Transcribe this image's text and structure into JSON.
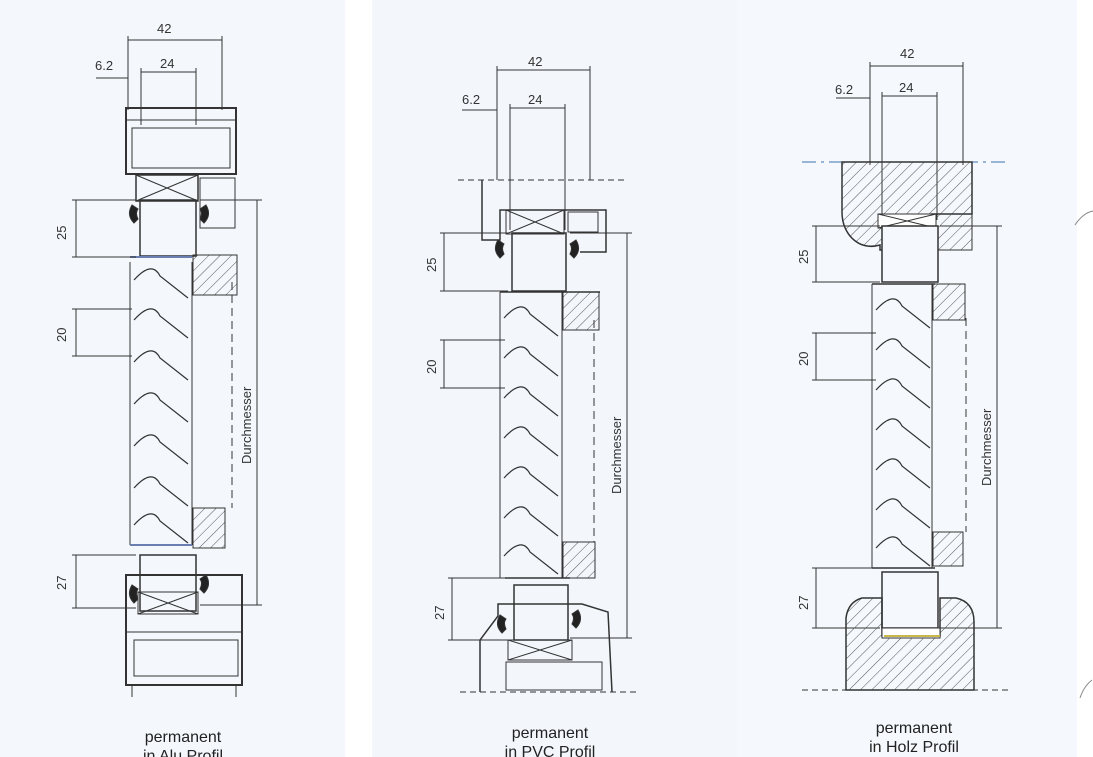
{
  "drawings": [
    {
      "dims": {
        "outer": "42",
        "offset": "6.2",
        "inner": "24",
        "top": "25",
        "pitch": "20",
        "bottom": "27",
        "diameter": "Durchmesser"
      },
      "caption_line1": "permanent",
      "caption_line2": "in Alu Profil"
    },
    {
      "dims": {
        "outer": "42",
        "offset": "6.2",
        "inner": "24",
        "top": "25",
        "pitch": "20",
        "bottom": "27",
        "diameter": "Durchmesser"
      },
      "caption_line1": "permanent",
      "caption_line2": "in PVC Profil"
    },
    {
      "dims": {
        "outer": "42",
        "offset": "6.2",
        "inner": "24",
        "top": "25",
        "pitch": "20",
        "bottom": "27",
        "diameter": "Durchmesser"
      },
      "caption_line1": "permanent",
      "caption_line2": "in Holz Profil"
    }
  ],
  "colors": {
    "line": "#333333",
    "background_tint": "#f4f8fc",
    "frame_cut": "#4a3fb0"
  }
}
